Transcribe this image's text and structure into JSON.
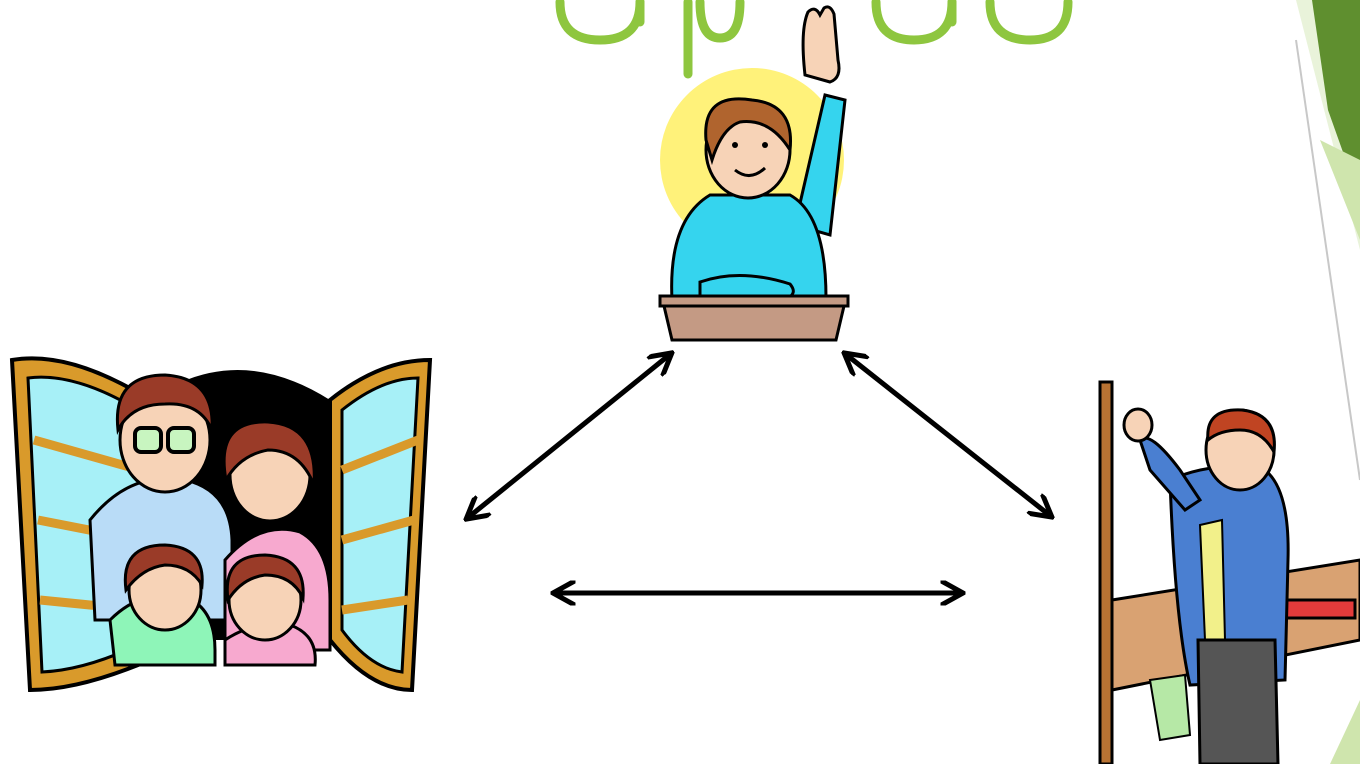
{
  "slide": {
    "title_fragment": "",
    "accent_color": "#8ec63f",
    "accent_dark": "#5f8f2f"
  },
  "nodes": {
    "student": {
      "icon": "student-raising-hand-icon"
    },
    "family": {
      "icon": "family-at-window-icon"
    },
    "teacher": {
      "icon": "teacher-writing-on-board-icon"
    }
  },
  "connections": [
    {
      "from": "family",
      "to": "student",
      "style": "double-arrow"
    },
    {
      "from": "student",
      "to": "teacher",
      "style": "double-arrow"
    },
    {
      "from": "family",
      "to": "teacher",
      "style": "double-arrow"
    }
  ]
}
